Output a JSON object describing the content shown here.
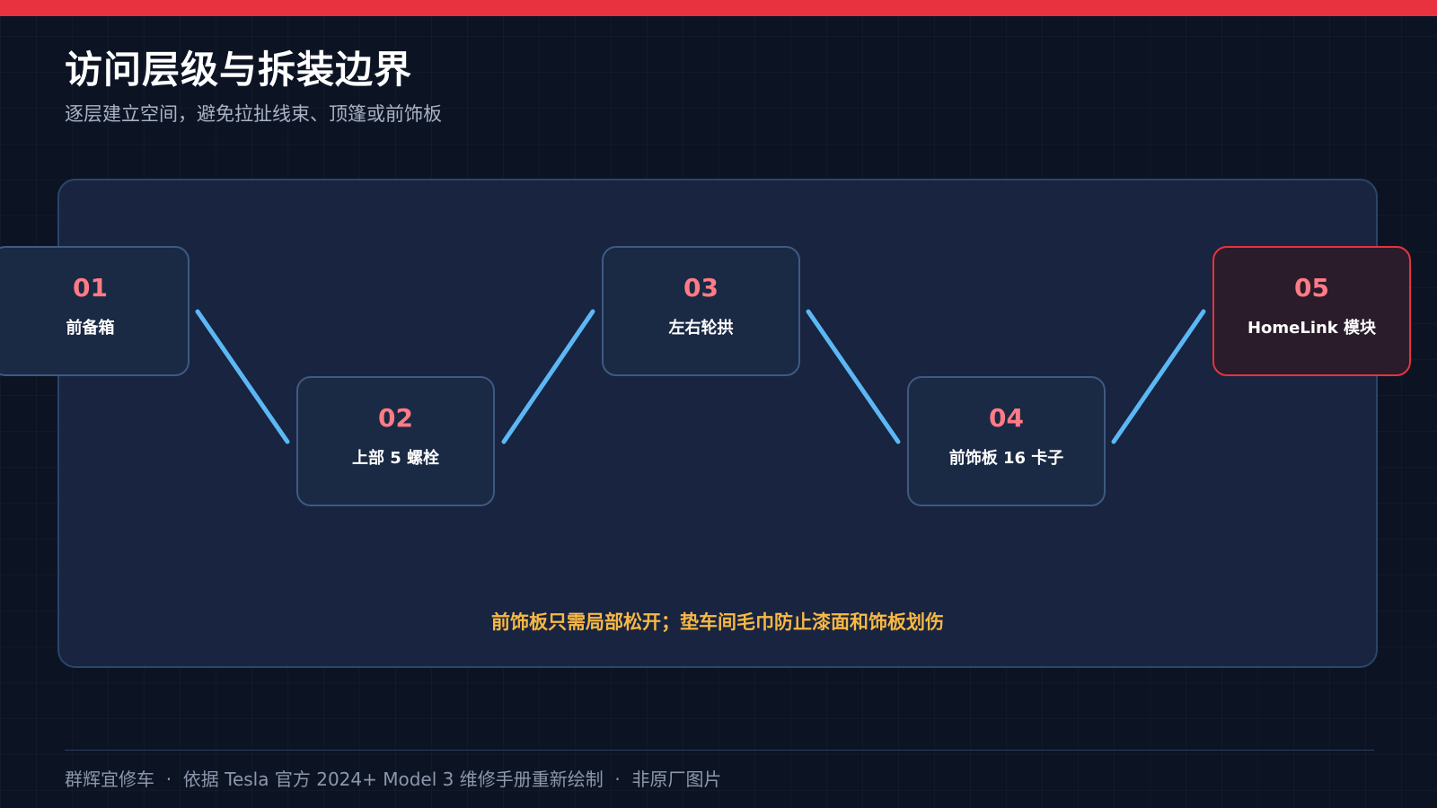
{
  "title": "访问层级与拆装边界",
  "subtitle": "逐层建立空间，避免拉扯线束、顶篷或前饰板",
  "colors": {
    "accent": "#e8323f",
    "step_number": "#ff7b86",
    "connector": "#5bb8f5",
    "note": "#f7b845"
  },
  "steps": [
    {
      "number": "01",
      "label": "前备箱"
    },
    {
      "number": "02",
      "label": "上部 5 螺栓"
    },
    {
      "number": "03",
      "label": "左右轮拱"
    },
    {
      "number": "04",
      "label": "前饰板 16 卡子"
    },
    {
      "number": "05",
      "label": "HomeLink 模块"
    }
  ],
  "note": "前饰板只需局部松开；垫车间毛巾防止漆面和饰板划伤",
  "footer": "群辉宜修车  ·  依据 Tesla 官方 2024+ Model 3 维修手册重新绘制  ·  非原厂图片"
}
